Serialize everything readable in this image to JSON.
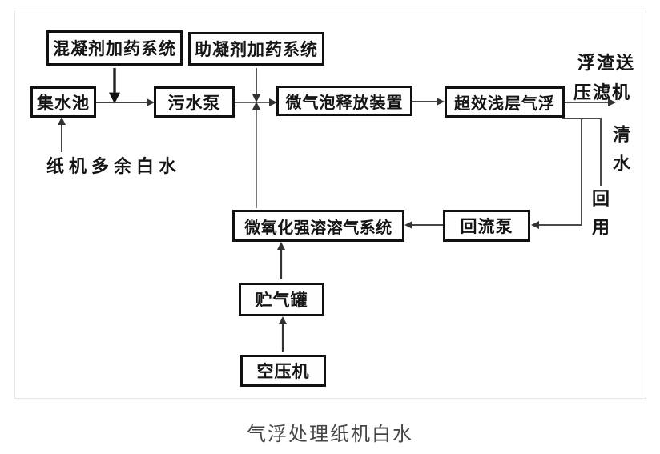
{
  "diagram": {
    "caption": "气浮处理纸机白水",
    "nodes": [
      {
        "id": "coagulant-dosing-system",
        "label": "混凝剂加药系统"
      },
      {
        "id": "coagulant-aid-dosing-system",
        "label": "助凝剂加药系统"
      },
      {
        "id": "collection-tank",
        "label": "集水池"
      },
      {
        "id": "sewage-pump",
        "label": "污水泵"
      },
      {
        "id": "microbubble-release-device",
        "label": "微气泡释放装置"
      },
      {
        "id": "shallow-air-flotation",
        "label": "超效浅层气浮"
      },
      {
        "id": "dissolved-air-system",
        "label": "微氧化强溶溶气系统"
      },
      {
        "id": "return-pump",
        "label": "回流泵"
      },
      {
        "id": "gas-storage-tank",
        "label": "贮气罐"
      },
      {
        "id": "air-compressor",
        "label": "空压机"
      }
    ],
    "labels": {
      "excess_white_water": "纸机多余白水",
      "scum_line1": "浮渣送",
      "scum_line2": "压滤机",
      "clean_water": "清水",
      "reuse": "回用"
    },
    "edges": [
      {
        "from": "excess-white-water",
        "to": "collection-tank"
      },
      {
        "from": "coagulant-dosing-system",
        "to": "collection-tank-to-sewage-pump-line"
      },
      {
        "from": "collection-tank",
        "to": "sewage-pump"
      },
      {
        "from": "coagulant-aid-dosing-system",
        "to": "sewage-pump-to-microbubble-line"
      },
      {
        "from": "sewage-pump",
        "to": "microbubble-release-device"
      },
      {
        "from": "dissolved-air-system",
        "to": "sewage-pump-to-microbubble-line"
      },
      {
        "from": "microbubble-release-device",
        "to": "shallow-air-flotation"
      },
      {
        "from": "shallow-air-flotation",
        "to": "scum-to-filter-press"
      },
      {
        "from": "shallow-air-flotation",
        "to": "clean-water-reuse"
      },
      {
        "from": "shallow-air-flotation",
        "to": "return-pump"
      },
      {
        "from": "return-pump",
        "to": "dissolved-air-system"
      },
      {
        "from": "gas-storage-tank",
        "to": "dissolved-air-system"
      },
      {
        "from": "air-compressor",
        "to": "gas-storage-tank"
      }
    ],
    "colors": {
      "line": "#444444",
      "line_light": "#7a7a7a",
      "box_border": "#111111",
      "frame_border": "#e3e7ea",
      "caption": "#454545"
    }
  }
}
